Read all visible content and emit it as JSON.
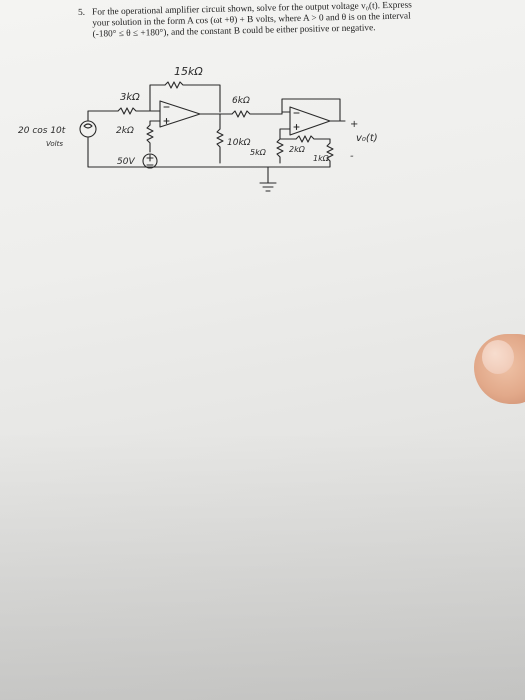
{
  "problem": {
    "number": "5.",
    "line1": "For the operational amplifier circuit shown, solve for the output voltage v₀(t). Express",
    "line2": "your solution in the form A cos (ωt +θ) + B volts, where A > 0 and θ is on the interval",
    "line3": "(-180° ≤ θ ≤ +180°), and the constant B could be either positive or negative."
  },
  "circuit": {
    "r_feedback1": "15kΩ",
    "r_in1": "3kΩ",
    "r_bias": "2kΩ",
    "r_in2": "6kΩ",
    "r_shunt": "10kΩ",
    "r_div1": "5kΩ",
    "r_div2": "2kΩ",
    "r_fb2": "1kΩ",
    "source_ac": "20 cos 10t",
    "source_ac_unit": "Volts",
    "source_dc": "50V",
    "output_label": "v₀(t)",
    "plus": "+",
    "minus": "-"
  }
}
